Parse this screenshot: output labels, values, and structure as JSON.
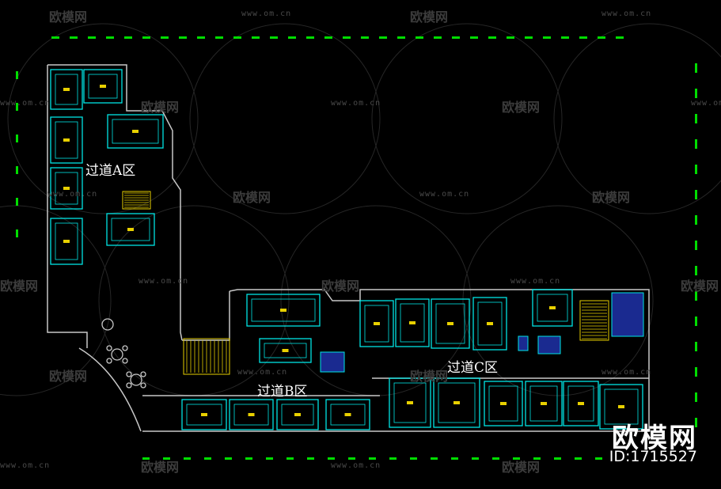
{
  "watermark": {
    "logo_text": "欧模网",
    "site_text": "www.om.cn"
  },
  "zones": {
    "a": "过道A区",
    "b": "过道B区",
    "c": "过道C区"
  },
  "brand": {
    "name": "欧模网",
    "id": "ID:1715527"
  },
  "colors": {
    "background": "#000000",
    "walls": "#c8c8c8",
    "fixtures": "#00e5e5",
    "dimensions": "#00dd00",
    "furniture": "#e8d000",
    "accent_blue": "#2030a0"
  }
}
